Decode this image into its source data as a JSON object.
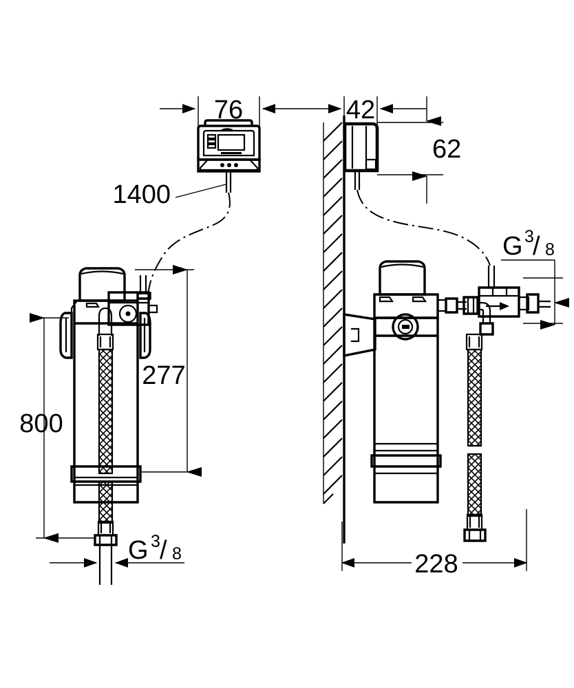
{
  "drawing": {
    "title": "Water filter installation dimension drawing",
    "units": "mm",
    "background_color": "#ffffff",
    "line_color": "#000000",
    "views": [
      {
        "name": "front-view",
        "label": ""
      },
      {
        "name": "side-view",
        "label": ""
      }
    ]
  },
  "dimensions": {
    "control_unit_width": "76",
    "control_unit_depth": "42",
    "control_unit_height": "62",
    "cable_length": "1400",
    "filter_head_height": "277",
    "total_height": "800",
    "total_depth": "228"
  },
  "labels": {
    "thread_left": {
      "prefix": "G",
      "numerator": "3",
      "slash": "/",
      "denominator": "8"
    },
    "thread_right": {
      "prefix": "G",
      "numerator": "3",
      "slash": "/",
      "denominator": "8"
    }
  },
  "components": {
    "control_unit": {
      "name": "electronic-control-unit",
      "display": "lcd-screen",
      "side_buttons": 3,
      "bottom_indicators": 3
    },
    "filter": {
      "name": "water-filter-cartridge",
      "head": "filter-head",
      "body": "filter-canister",
      "bracket": "wall-mounting-bracket"
    },
    "valve": {
      "name": "shutoff-valve",
      "flow_arrow": "flow-direction-arrow-right"
    },
    "hose": {
      "name": "braided-flexible-hose"
    },
    "wall": {
      "name": "wall-section-hatched"
    }
  }
}
